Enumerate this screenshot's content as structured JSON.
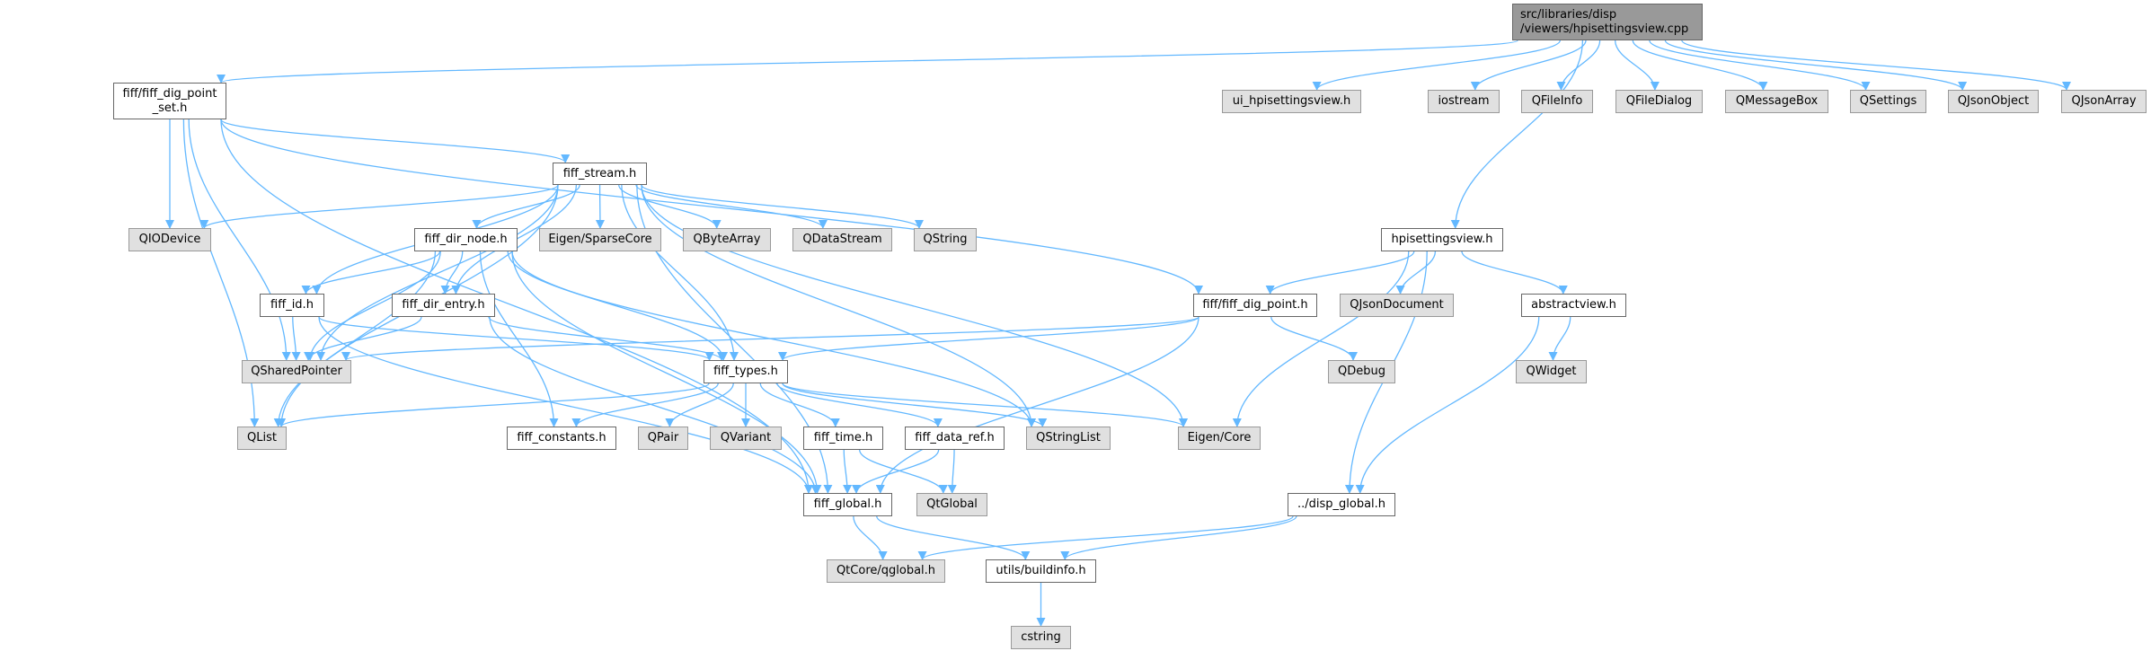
{
  "colors": {
    "edge": "#63b8ff",
    "root_fill": "#999999",
    "external_fill": "#e0e0e0",
    "internal_fill": "#ffffff"
  },
  "nodes": [
    {
      "id": "root",
      "label": "src/libraries/disp\n/viewers/hpisettingsview.cpp",
      "kind": "root"
    },
    {
      "id": "dig_point_set",
      "label": "fiff/fiff_dig_point\n_set.h",
      "kind": "internal"
    },
    {
      "id": "ui_hpi",
      "label": "ui_hpisettingsview.h",
      "kind": "ext"
    },
    {
      "id": "iostream",
      "label": "iostream",
      "kind": "ext"
    },
    {
      "id": "QFileInfo",
      "label": "QFileInfo",
      "kind": "ext"
    },
    {
      "id": "QFileDialog",
      "label": "QFileDialog",
      "kind": "ext"
    },
    {
      "id": "QMessageBox",
      "label": "QMessageBox",
      "kind": "ext"
    },
    {
      "id": "QSettings",
      "label": "QSettings",
      "kind": "ext"
    },
    {
      "id": "QJsonObject",
      "label": "QJsonObject",
      "kind": "ext"
    },
    {
      "id": "QJsonArray",
      "label": "QJsonArray",
      "kind": "ext"
    },
    {
      "id": "fiff_stream",
      "label": "fiff_stream.h",
      "kind": "internal"
    },
    {
      "id": "QIODevice",
      "label": "QIODevice",
      "kind": "ext"
    },
    {
      "id": "fiff_dir_node",
      "label": "fiff_dir_node.h",
      "kind": "internal"
    },
    {
      "id": "SparseCore",
      "label": "Eigen/SparseCore",
      "kind": "ext"
    },
    {
      "id": "QByteArray",
      "label": "QByteArray",
      "kind": "ext"
    },
    {
      "id": "QDataStream",
      "label": "QDataStream",
      "kind": "ext"
    },
    {
      "id": "QString",
      "label": "QString",
      "kind": "ext"
    },
    {
      "id": "hpisettingsview",
      "label": "hpisettingsview.h",
      "kind": "internal"
    },
    {
      "id": "fiff_id",
      "label": "fiff_id.h",
      "kind": "internal"
    },
    {
      "id": "fiff_dir_entry",
      "label": "fiff_dir_entry.h",
      "kind": "internal"
    },
    {
      "id": "fiff_dig_point",
      "label": "fiff/fiff_dig_point.h",
      "kind": "internal"
    },
    {
      "id": "QJsonDocument",
      "label": "QJsonDocument",
      "kind": "ext"
    },
    {
      "id": "abstractview",
      "label": "abstractview.h",
      "kind": "internal"
    },
    {
      "id": "QSharedPointer",
      "label": "QSharedPointer",
      "kind": "ext"
    },
    {
      "id": "fiff_types",
      "label": "fiff_types.h",
      "kind": "internal"
    },
    {
      "id": "QDebug",
      "label": "QDebug",
      "kind": "ext"
    },
    {
      "id": "QWidget",
      "label": "QWidget",
      "kind": "ext"
    },
    {
      "id": "QList",
      "label": "QList",
      "kind": "ext"
    },
    {
      "id": "fiff_constants",
      "label": "fiff_constants.h",
      "kind": "internal"
    },
    {
      "id": "QPair",
      "label": "QPair",
      "kind": "ext"
    },
    {
      "id": "QVariant",
      "label": "QVariant",
      "kind": "ext"
    },
    {
      "id": "fiff_time",
      "label": "fiff_time.h",
      "kind": "internal"
    },
    {
      "id": "fiff_data_ref",
      "label": "fiff_data_ref.h",
      "kind": "internal"
    },
    {
      "id": "QStringList",
      "label": "QStringList",
      "kind": "ext"
    },
    {
      "id": "EigenCore",
      "label": "Eigen/Core",
      "kind": "ext"
    },
    {
      "id": "fiff_global",
      "label": "fiff_global.h",
      "kind": "internal"
    },
    {
      "id": "QtGlobal",
      "label": "QtGlobal",
      "kind": "ext"
    },
    {
      "id": "disp_global",
      "label": "../disp_global.h",
      "kind": "internal"
    },
    {
      "id": "qglobal",
      "label": "QtCore/qglobal.h",
      "kind": "ext"
    },
    {
      "id": "buildinfo",
      "label": "utils/buildinfo.h",
      "kind": "internal"
    },
    {
      "id": "cstring",
      "label": "cstring",
      "kind": "ext"
    }
  ],
  "edges": [
    [
      "root",
      "dig_point_set"
    ],
    [
      "root",
      "ui_hpi"
    ],
    [
      "root",
      "iostream"
    ],
    [
      "root",
      "QFileInfo"
    ],
    [
      "root",
      "QFileDialog"
    ],
    [
      "root",
      "QMessageBox"
    ],
    [
      "root",
      "QSettings"
    ],
    [
      "root",
      "QJsonObject"
    ],
    [
      "root",
      "QJsonArray"
    ],
    [
      "root",
      "hpisettingsview"
    ],
    [
      "dig_point_set",
      "fiff_stream"
    ],
    [
      "dig_point_set",
      "fiff_dig_point"
    ],
    [
      "dig_point_set",
      "QIODevice"
    ],
    [
      "dig_point_set",
      "QSharedPointer"
    ],
    [
      "dig_point_set",
      "QList"
    ],
    [
      "dig_point_set",
      "fiff_global"
    ],
    [
      "fiff_stream",
      "QIODevice"
    ],
    [
      "fiff_stream",
      "fiff_dir_node"
    ],
    [
      "fiff_stream",
      "SparseCore"
    ],
    [
      "fiff_stream",
      "QByteArray"
    ],
    [
      "fiff_stream",
      "QDataStream"
    ],
    [
      "fiff_stream",
      "QString"
    ],
    [
      "fiff_stream",
      "fiff_id"
    ],
    [
      "fiff_stream",
      "fiff_dir_entry"
    ],
    [
      "fiff_stream",
      "QSharedPointer"
    ],
    [
      "fiff_stream",
      "QList"
    ],
    [
      "fiff_stream",
      "fiff_types"
    ],
    [
      "fiff_stream",
      "QStringList"
    ],
    [
      "fiff_stream",
      "EigenCore"
    ],
    [
      "fiff_stream",
      "fiff_global"
    ],
    [
      "fiff_dir_node",
      "fiff_id"
    ],
    [
      "fiff_dir_node",
      "fiff_dir_entry"
    ],
    [
      "fiff_dir_node",
      "QSharedPointer"
    ],
    [
      "fiff_dir_node",
      "QList"
    ],
    [
      "fiff_dir_node",
      "fiff_types"
    ],
    [
      "fiff_dir_node",
      "fiff_constants"
    ],
    [
      "fiff_dir_node",
      "QStringList"
    ],
    [
      "fiff_dir_node",
      "fiff_global"
    ],
    [
      "fiff_id",
      "QSharedPointer"
    ],
    [
      "fiff_id",
      "fiff_types"
    ],
    [
      "fiff_id",
      "fiff_global"
    ],
    [
      "fiff_dir_entry",
      "QSharedPointer"
    ],
    [
      "fiff_dir_entry",
      "fiff_types"
    ],
    [
      "fiff_dir_entry",
      "fiff_global"
    ],
    [
      "fiff_types",
      "QList"
    ],
    [
      "fiff_types",
      "fiff_constants"
    ],
    [
      "fiff_types",
      "QPair"
    ],
    [
      "fiff_types",
      "QVariant"
    ],
    [
      "fiff_types",
      "fiff_time"
    ],
    [
      "fiff_types",
      "fiff_data_ref"
    ],
    [
      "fiff_types",
      "QStringList"
    ],
    [
      "fiff_types",
      "EigenCore"
    ],
    [
      "fiff_time",
      "fiff_global"
    ],
    [
      "fiff_time",
      "QtGlobal"
    ],
    [
      "fiff_data_ref",
      "fiff_global"
    ],
    [
      "fiff_data_ref",
      "QtGlobal"
    ],
    [
      "fiff_global",
      "qglobal"
    ],
    [
      "fiff_global",
      "buildinfo"
    ],
    [
      "buildinfo",
      "cstring"
    ],
    [
      "disp_global",
      "qglobal"
    ],
    [
      "disp_global",
      "buildinfo"
    ],
    [
      "hpisettingsview",
      "fiff_dig_point"
    ],
    [
      "hpisettingsview",
      "QJsonDocument"
    ],
    [
      "hpisettingsview",
      "abstractview"
    ],
    [
      "hpisettingsview",
      "EigenCore"
    ],
    [
      "hpisettingsview",
      "disp_global"
    ],
    [
      "fiff_dig_point",
      "QSharedPointer"
    ],
    [
      "fiff_dig_point",
      "fiff_types"
    ],
    [
      "fiff_dig_point",
      "QDebug"
    ],
    [
      "fiff_dig_point",
      "fiff_global"
    ],
    [
      "abstractview",
      "QWidget"
    ],
    [
      "abstractview",
      "disp_global"
    ]
  ]
}
